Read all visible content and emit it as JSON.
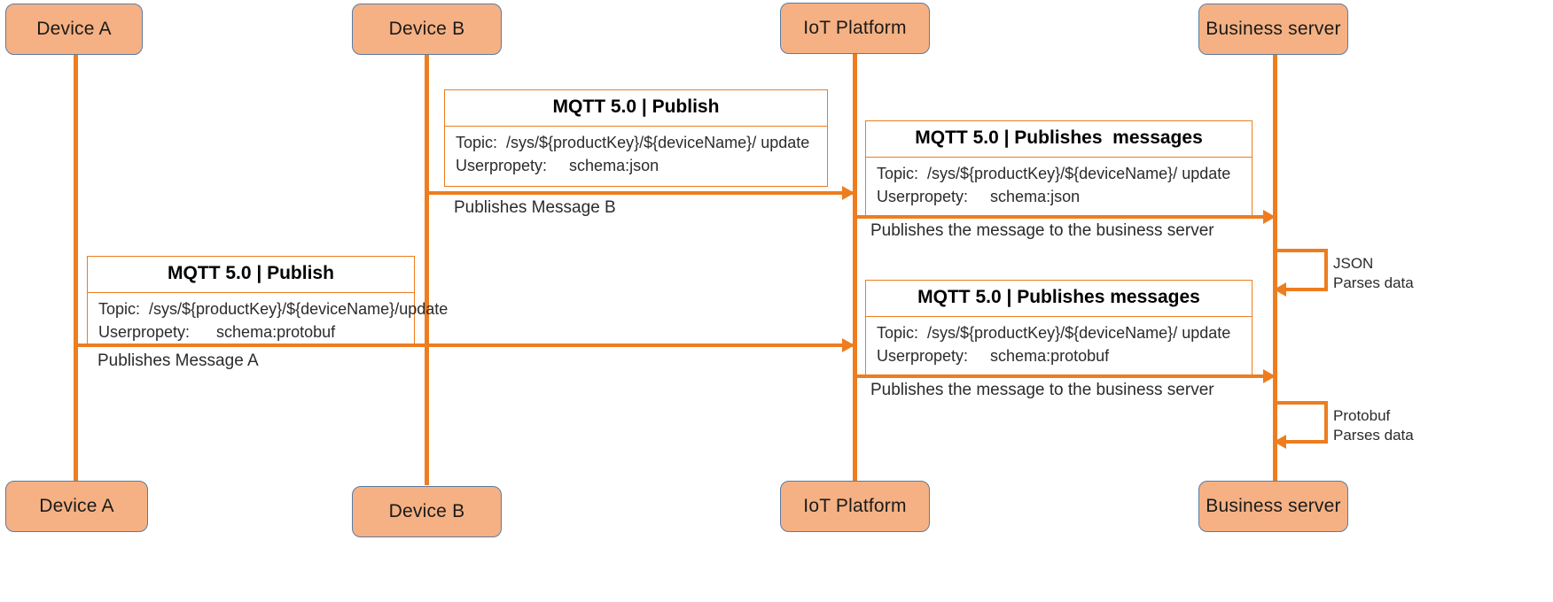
{
  "diagram": {
    "title": "MQTT 5.0 message publishing sequence",
    "colors": {
      "actor_fill": "#f5b183",
      "actor_border": "#5b7ba3",
      "line": "#ed7d1f",
      "text": "#2b2b2b",
      "background": "#ffffff"
    }
  },
  "actors": [
    {
      "id": "device-a",
      "label": "Device A"
    },
    {
      "id": "device-b",
      "label": "Device B"
    },
    {
      "id": "iot-platform",
      "label": "IoT Platform"
    },
    {
      "id": "business-server",
      "label": "Business server"
    }
  ],
  "actors_bottom": [
    {
      "id": "device-a",
      "label": "Device A"
    },
    {
      "id": "device-b",
      "label": "Device B"
    },
    {
      "id": "iot-platform",
      "label": "IoT Platform"
    },
    {
      "id": "business-server",
      "label": "Business server"
    }
  ],
  "notes": [
    {
      "id": "note-device-b-publish",
      "head": "MQTT 5.0 | Publish",
      "topic_label": "Topic:",
      "topic_value": "/sys/${productKey}/${deviceName}/ update",
      "prop_label": "Userpropety:",
      "prop_value": "schema:json",
      "body": "Topic:  /sys/${productKey}/${deviceName}/ update\nUserpropety:     schema:json"
    },
    {
      "id": "note-iot-json-publish",
      "head": "MQTT 5.0 | Publishes  messages",
      "topic_label": "Topic:",
      "topic_value": "/sys/${productKey}/${deviceName}/ update",
      "prop_label": "Userpropety:",
      "prop_value": "schema:json",
      "body": "Topic:  /sys/${productKey}/${deviceName}/ update\nUserpropety:     schema:json"
    },
    {
      "id": "note-device-a-publish",
      "head": "MQTT 5.0 | Publish",
      "topic_label": "Topic:",
      "topic_value": "/sys/${productKey}/${deviceName}/update",
      "prop_label": "Userpropety:",
      "prop_value": "schema:protobuf",
      "body": "Topic:  /sys/${productKey}/${deviceName}/update\nUserpropety:      schema:protobuf"
    },
    {
      "id": "note-iot-protobuf-publish",
      "head": "MQTT 5.0 | Publishes messages",
      "topic_label": "Topic:",
      "topic_value": "/sys/${productKey}/${deviceName}/ update",
      "prop_label": "Userpropety:",
      "prop_value": "schema:protobuf",
      "body": "Topic:  /sys/${productKey}/${deviceName}/ update\nUserpropety:     schema:protobuf"
    }
  ],
  "messages": [
    {
      "id": "msg-publish-b",
      "label": "Publishes Message B"
    },
    {
      "id": "msg-to-business-json",
      "label": "Publishes the message to the business server"
    },
    {
      "id": "msg-publish-a",
      "label": "Publishes Message A"
    },
    {
      "id": "msg-to-business-pb",
      "label": "Publishes the message to the business server"
    }
  ],
  "self_messages": [
    {
      "id": "self-json-parse",
      "line1": "JSON",
      "line2": "Parses data"
    },
    {
      "id": "self-protobuf-parse",
      "line1": "Protobuf",
      "line2": "Parses data"
    }
  ]
}
